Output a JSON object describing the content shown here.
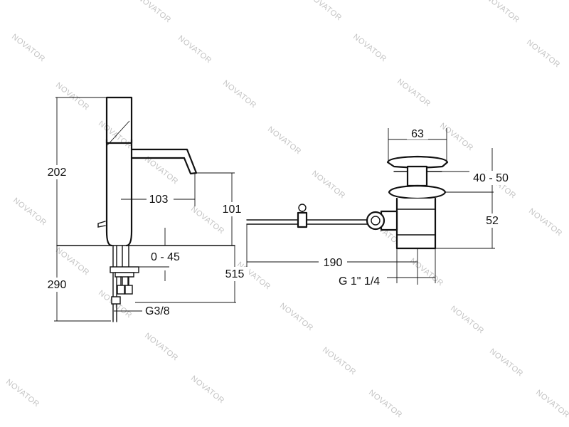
{
  "diagram": {
    "faucet_dimensions": {
      "height_total": "202",
      "spout_reach": "103",
      "spout_height": "101",
      "lower_height": "290",
      "worktop_range": "0 - 45",
      "hose_length": "515",
      "connection_thread": "G3/8"
    },
    "waste_dimensions": {
      "flange_diameter": "63",
      "plug_height": "40 - 50",
      "body_height": "52",
      "rod_length": "190",
      "outlet_thread": "G 1\" 1/4"
    }
  },
  "watermark": {
    "text": "NOVATOR",
    "color": "#c4c4c4"
  },
  "colors": {
    "line": "#111111",
    "background": "#ffffff"
  }
}
